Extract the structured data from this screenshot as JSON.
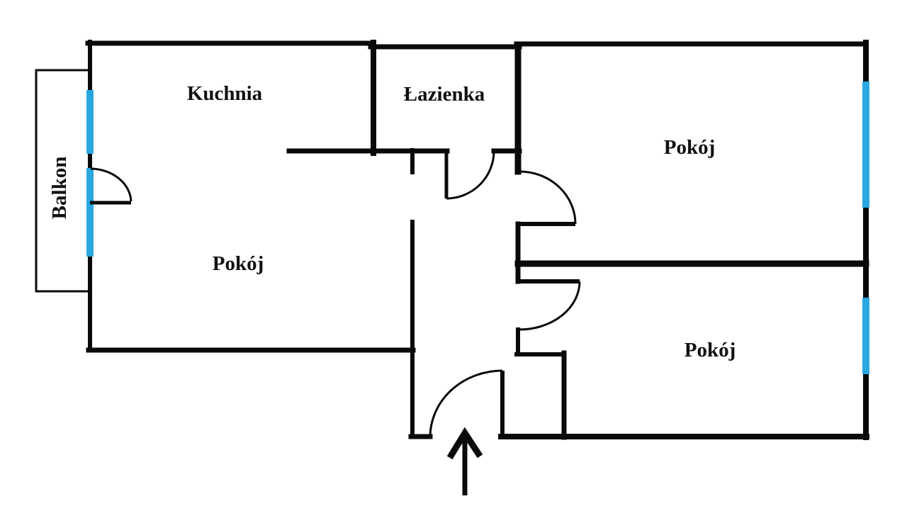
{
  "colors": {
    "wall": "#0a0a0a",
    "window": "#2aa7e0",
    "label": "#111111",
    "background": "#ffffff"
  },
  "rooms": {
    "kitchen": {
      "label": "Kuchnia"
    },
    "bathroom": {
      "label": "Łazienka"
    },
    "room_top_right": {
      "label": "Pokój"
    },
    "room_left": {
      "label": "Pokój"
    },
    "room_bottom_right": {
      "label": "Pokój"
    },
    "balcony": {
      "label": "Balkon"
    }
  }
}
